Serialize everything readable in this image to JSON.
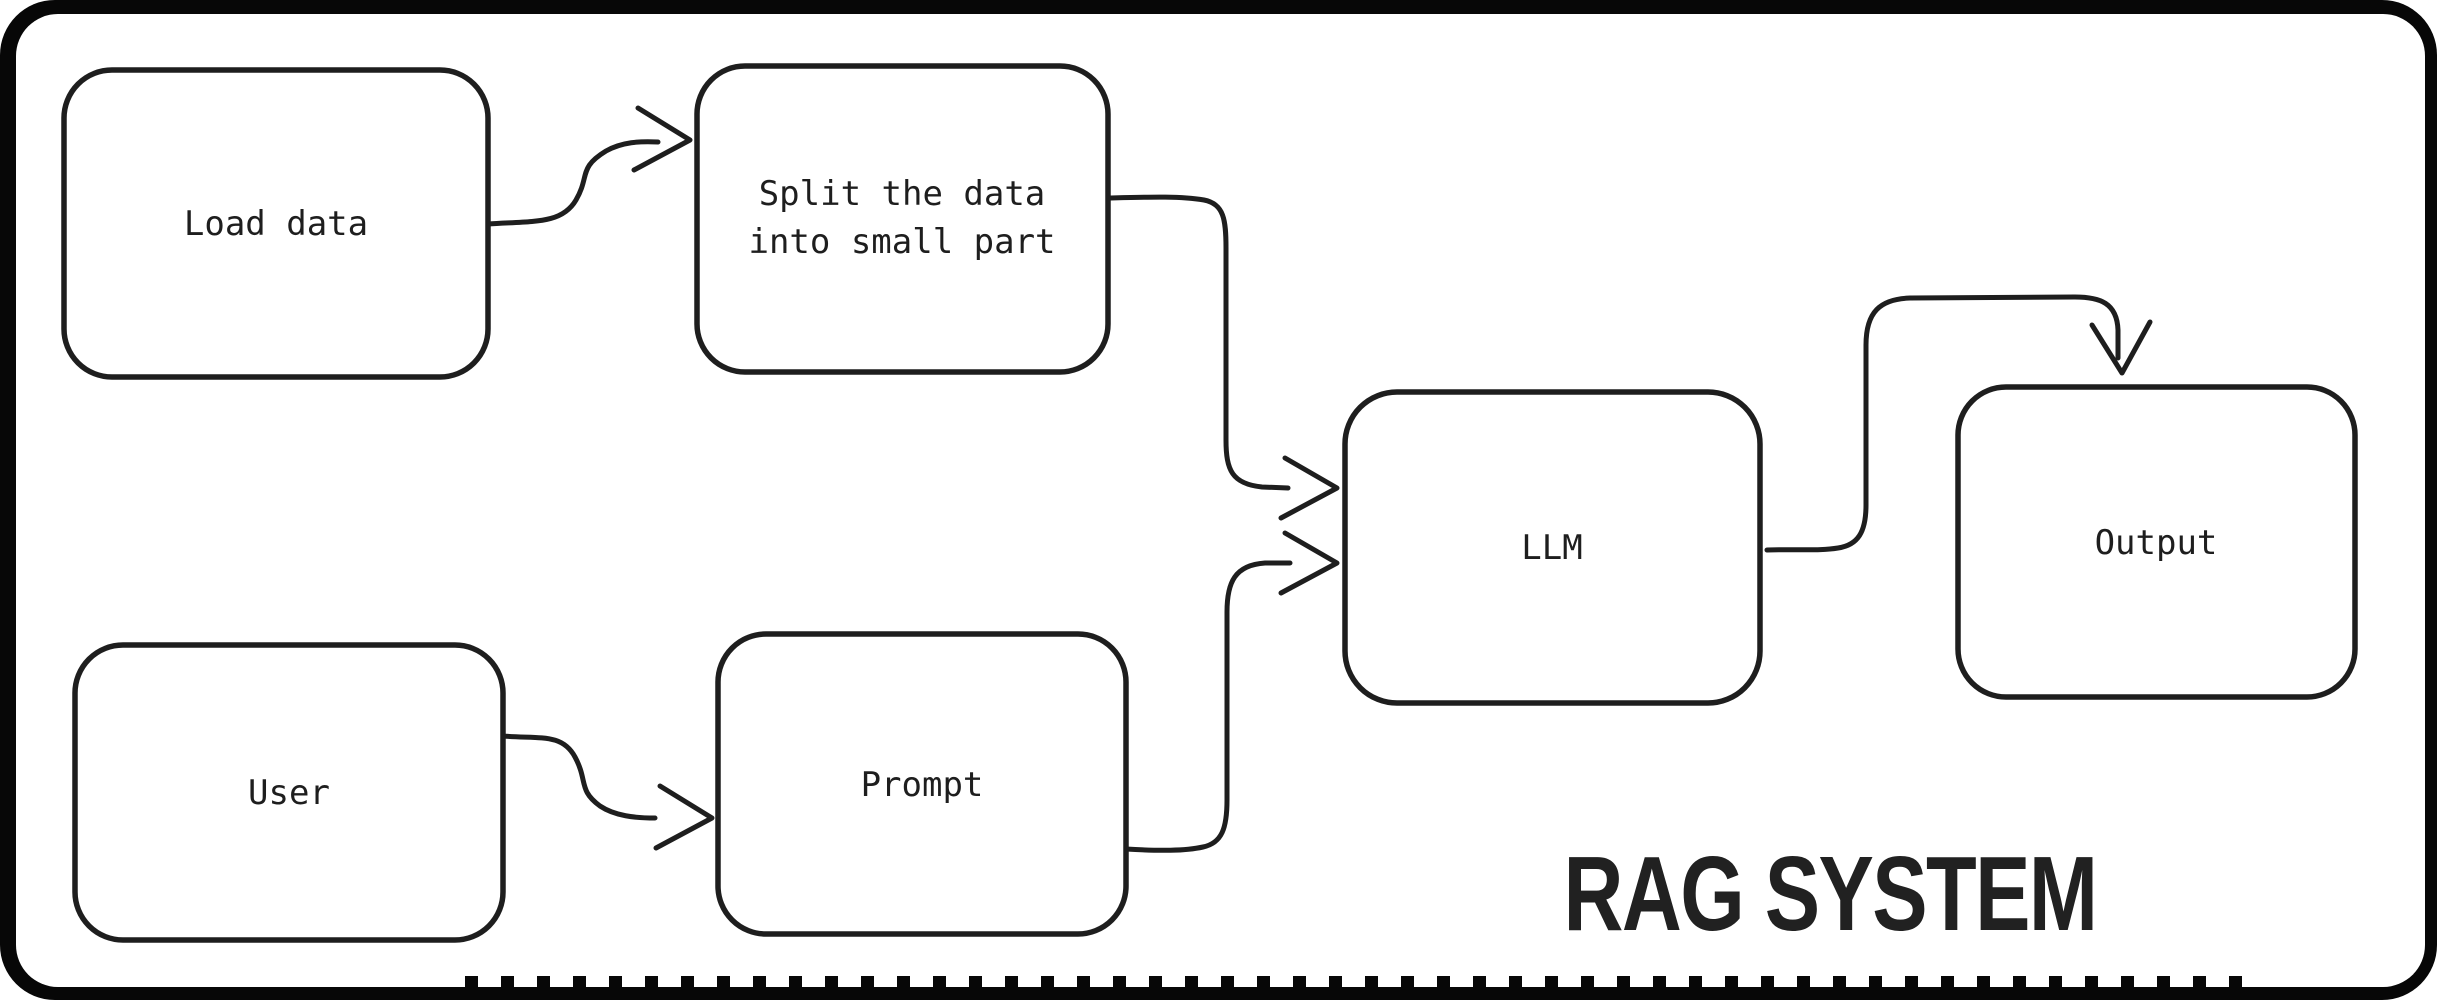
{
  "diagram": {
    "type": "flowchart",
    "title": "RAG SYSTEM",
    "style": {
      "stroke_color": "#1e1e1e",
      "background_color": "#ffffff",
      "frame_color": "#070707",
      "title_color": "#212121"
    },
    "nodes": {
      "load_data": {
        "label": "Load data"
      },
      "split": {
        "label": "Split the data into small part",
        "label_lines": [
          "Split the data",
          "into small part"
        ]
      },
      "user": {
        "label": "User"
      },
      "prompt": {
        "label": "Prompt"
      },
      "llm": {
        "label": "LLM"
      },
      "output": {
        "label": "Output"
      }
    },
    "edges": [
      {
        "from": "load_data",
        "to": "split"
      },
      {
        "from": "split",
        "to": "llm"
      },
      {
        "from": "user",
        "to": "prompt"
      },
      {
        "from": "prompt",
        "to": "llm"
      },
      {
        "from": "llm",
        "to": "output"
      }
    ]
  }
}
